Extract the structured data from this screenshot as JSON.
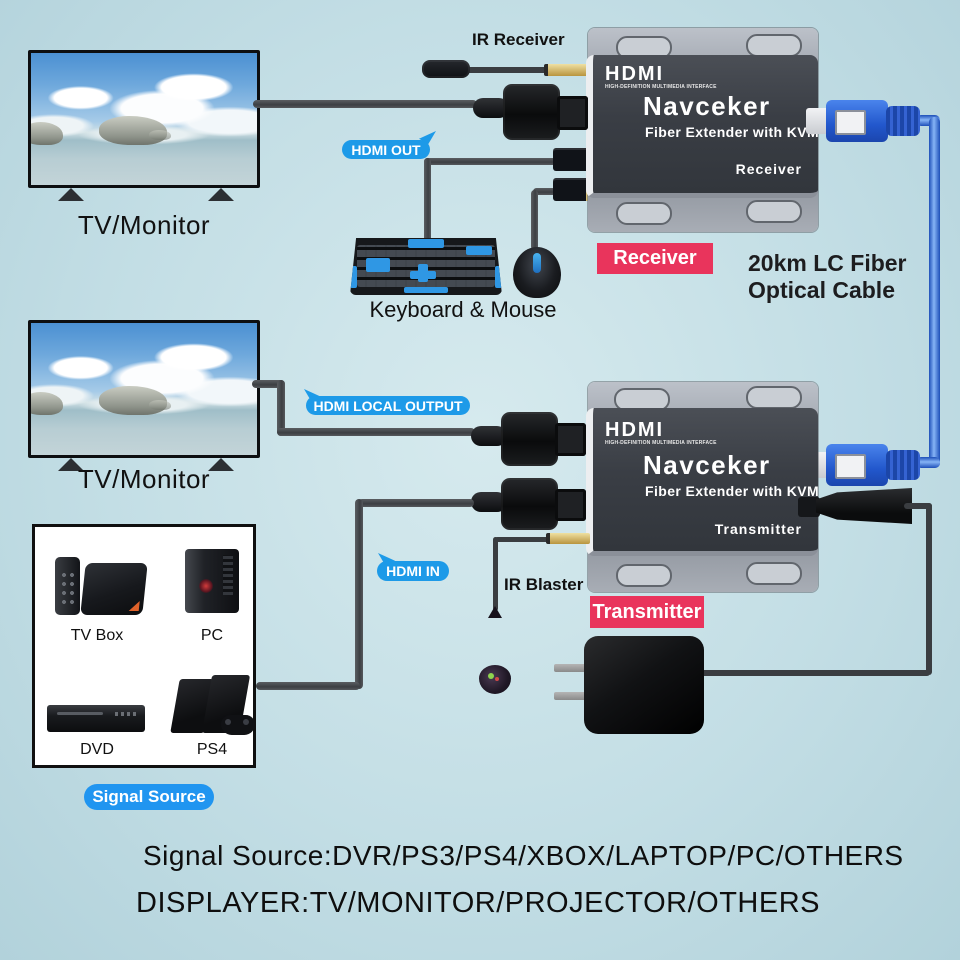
{
  "ir_receiver": {
    "label": "IR Receiver"
  },
  "ir_blaster": {
    "label": "IR Blaster"
  },
  "tv1": {
    "label": "TV/Monitor"
  },
  "tv2": {
    "label": "TV/Monitor"
  },
  "keyboard_mouse": {
    "label": "Keyboard & Mouse"
  },
  "hdmi_out_badge": {
    "label": "HDMI OUT"
  },
  "hdmi_local_output_badge": {
    "label": "HDMI LOCAL OUTPUT"
  },
  "hdmi_in_badge": {
    "label": "HDMI IN"
  },
  "receiver_badge": {
    "label": "Receiver"
  },
  "transmitter_badge": {
    "label": "Transmitter"
  },
  "fiber_label": {
    "line1": "20km LC Fiber",
    "line2": "Optical Cable"
  },
  "receiver_device": {
    "logo": "HDMI",
    "logo_sub": "HIGH-DEFINITION MULTIMEDIA INTERFACE",
    "brand": "Navceker",
    "product": "Fiber Extender with KVM",
    "role": "Receiver"
  },
  "transmitter_device": {
    "logo": "HDMI",
    "logo_sub": "HIGH-DEFINITION MULTIMEDIA INTERFACE",
    "brand": "Navceker",
    "product": "Fiber Extender with KVM",
    "role": "Transmitter"
  },
  "signal_source_box": {
    "badge": "Signal Source",
    "items": [
      {
        "label": "TV Box"
      },
      {
        "label": "PC"
      },
      {
        "label": "DVD"
      },
      {
        "label": "PS4"
      }
    ]
  },
  "footer": {
    "line1": "Signal Source:DVR/PS3/PS4/XBOX/LAPTOP/PC/OTHERS",
    "line2": "DISPLAYER:TV/MONITOR/PROJECTOR/OTHERS"
  },
  "colors": {
    "badge_red": "#e9345c",
    "badge_blue": "#1d9ae8",
    "fiber_blue": "#2a63d4",
    "background": "#c3dee5"
  }
}
